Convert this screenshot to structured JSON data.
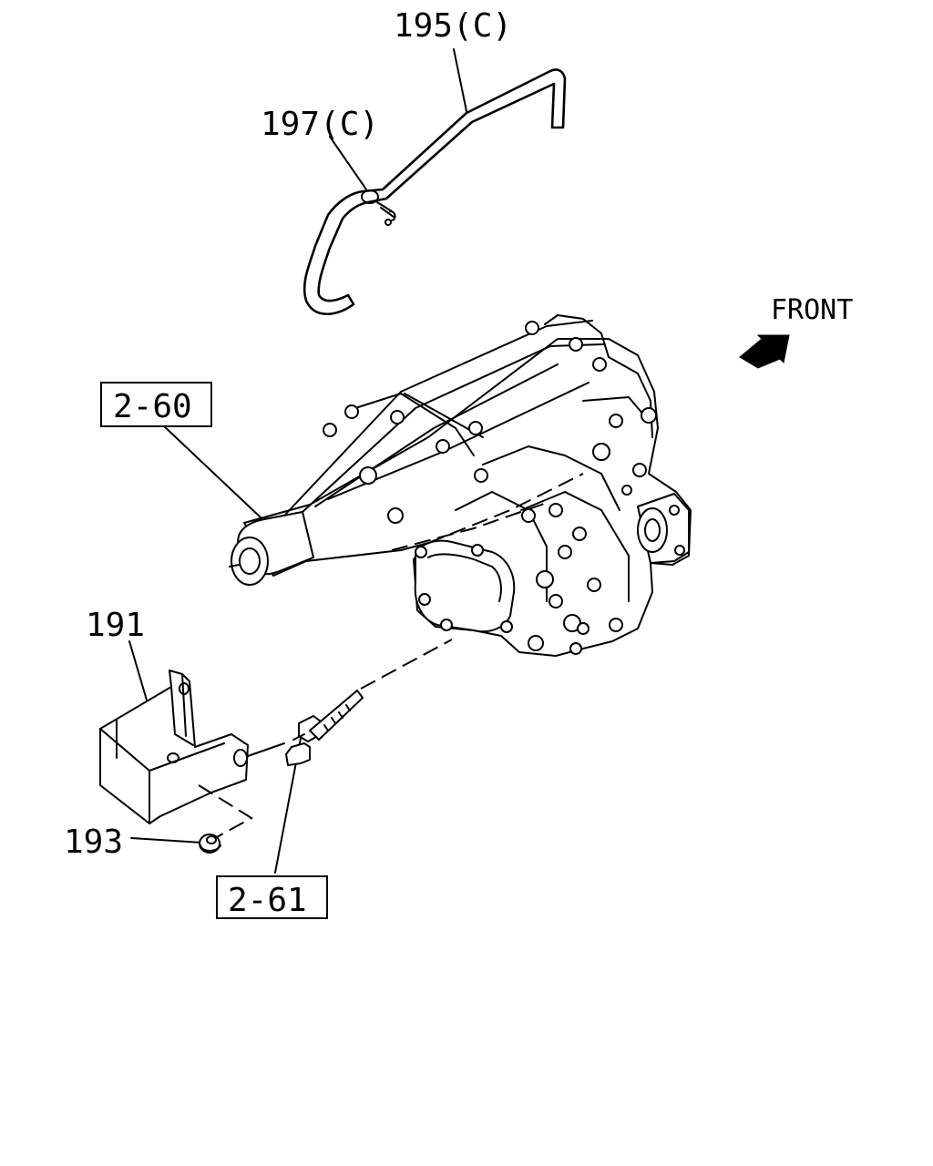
{
  "callouts": {
    "part_195": "195(C)",
    "part_197": "197(C)",
    "ref_2_60": "2-60",
    "ref_2_61": "2-61",
    "part_191": "191",
    "part_193": "193"
  },
  "direction": {
    "label": "FRONT",
    "icon": "arrow-icon"
  },
  "colors": {
    "ink": "#000000",
    "paper": "#ffffff"
  }
}
